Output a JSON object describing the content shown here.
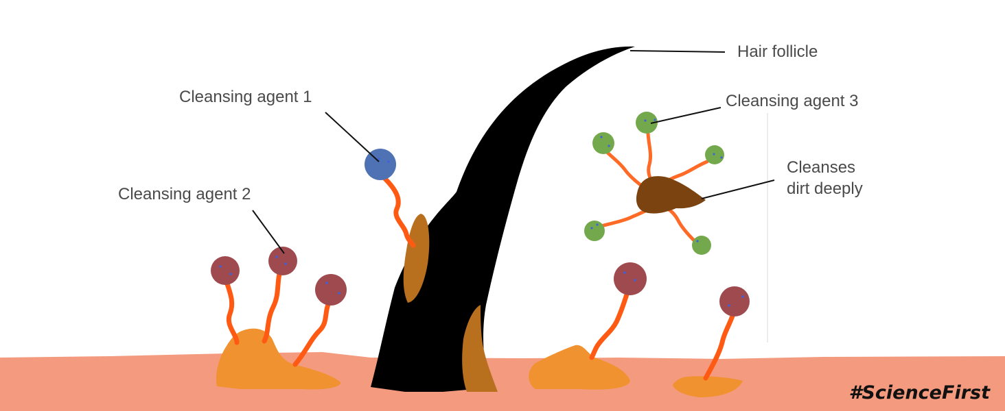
{
  "labels": {
    "hair_follicle": "Hair follicle",
    "agent_1": "Cleansing agent 1",
    "agent_2": "Cleansing agent 2",
    "agent_3": "Cleansing agent 3",
    "cleanses_line1": "Cleanses",
    "cleanses_line2": "dirt deeply"
  },
  "hashtag": "#ScienceFirst",
  "colors": {
    "skin": "#f49a7e",
    "hair": "#000000",
    "sebum": "#f0922f",
    "sebum_dark": "#b8701e",
    "agent_1_head": "#4e72b4",
    "agent_2_head": "#9e4a4e",
    "agent_3_head": "#73a94c",
    "tail": "#ff5a14",
    "dirt": "#7a4310",
    "dots": "#3f63d8",
    "text": "#4a4a4a"
  }
}
